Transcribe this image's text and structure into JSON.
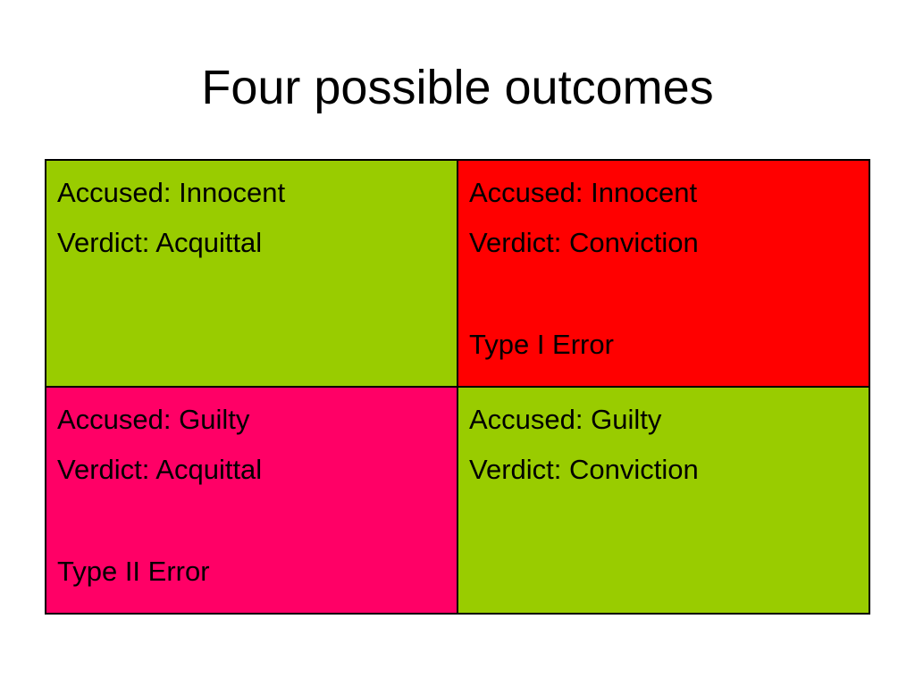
{
  "title": "Four possible outcomes",
  "colors": {
    "correct": "#99CC00",
    "type_i": "#FF0000",
    "type_ii": "#FF0066",
    "border": "#000000"
  },
  "cells": [
    {
      "accused": "Accused: Innocent",
      "verdict": "Verdict: Acquittal",
      "error": "",
      "color": "#99CC00"
    },
    {
      "accused": "Accused: Innocent",
      "verdict": "Verdict: Conviction",
      "error": "Type I Error",
      "color": "#FF0000"
    },
    {
      "accused": "Accused: Guilty",
      "verdict": "Verdict: Acquittal",
      "error": "Type II Error",
      "color": "#FF0066"
    },
    {
      "accused": "Accused: Guilty",
      "verdict": "Verdict: Conviction",
      "error": "",
      "color": "#99CC00"
    }
  ]
}
